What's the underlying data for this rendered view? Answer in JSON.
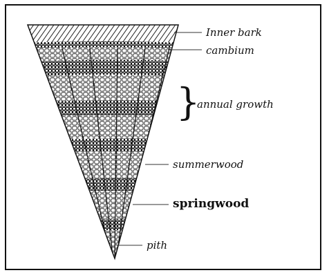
{
  "diagram": {
    "labels": {
      "inner_bark": "Inner bark",
      "cambium": "cambium",
      "annual_growth": "annual growth",
      "summerwood": "summerwood",
      "springwood": "springwood",
      "pith": "pith"
    }
  }
}
